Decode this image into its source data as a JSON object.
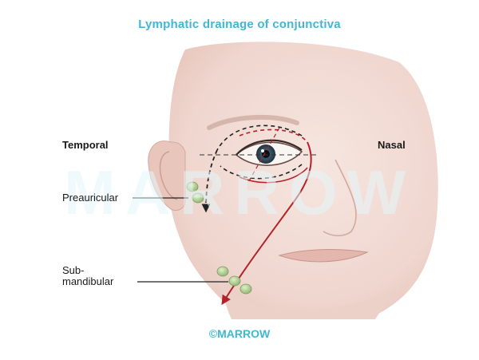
{
  "title": "Lymphatic drainage of conjunctiva",
  "labels": {
    "temporal": "Temporal",
    "nasal": "Nasal",
    "preauricular": "Preauricular",
    "submandibular_line1": "Sub-",
    "submandibular_line2": "mandibular"
  },
  "watermark": "MARROW",
  "copyright": "©MARROW",
  "colors": {
    "title": "#3fb8d4",
    "drainage_arrow": "#b3222a",
    "lymph_node": "#a9c98a",
    "skin": "#f1dcd5"
  }
}
